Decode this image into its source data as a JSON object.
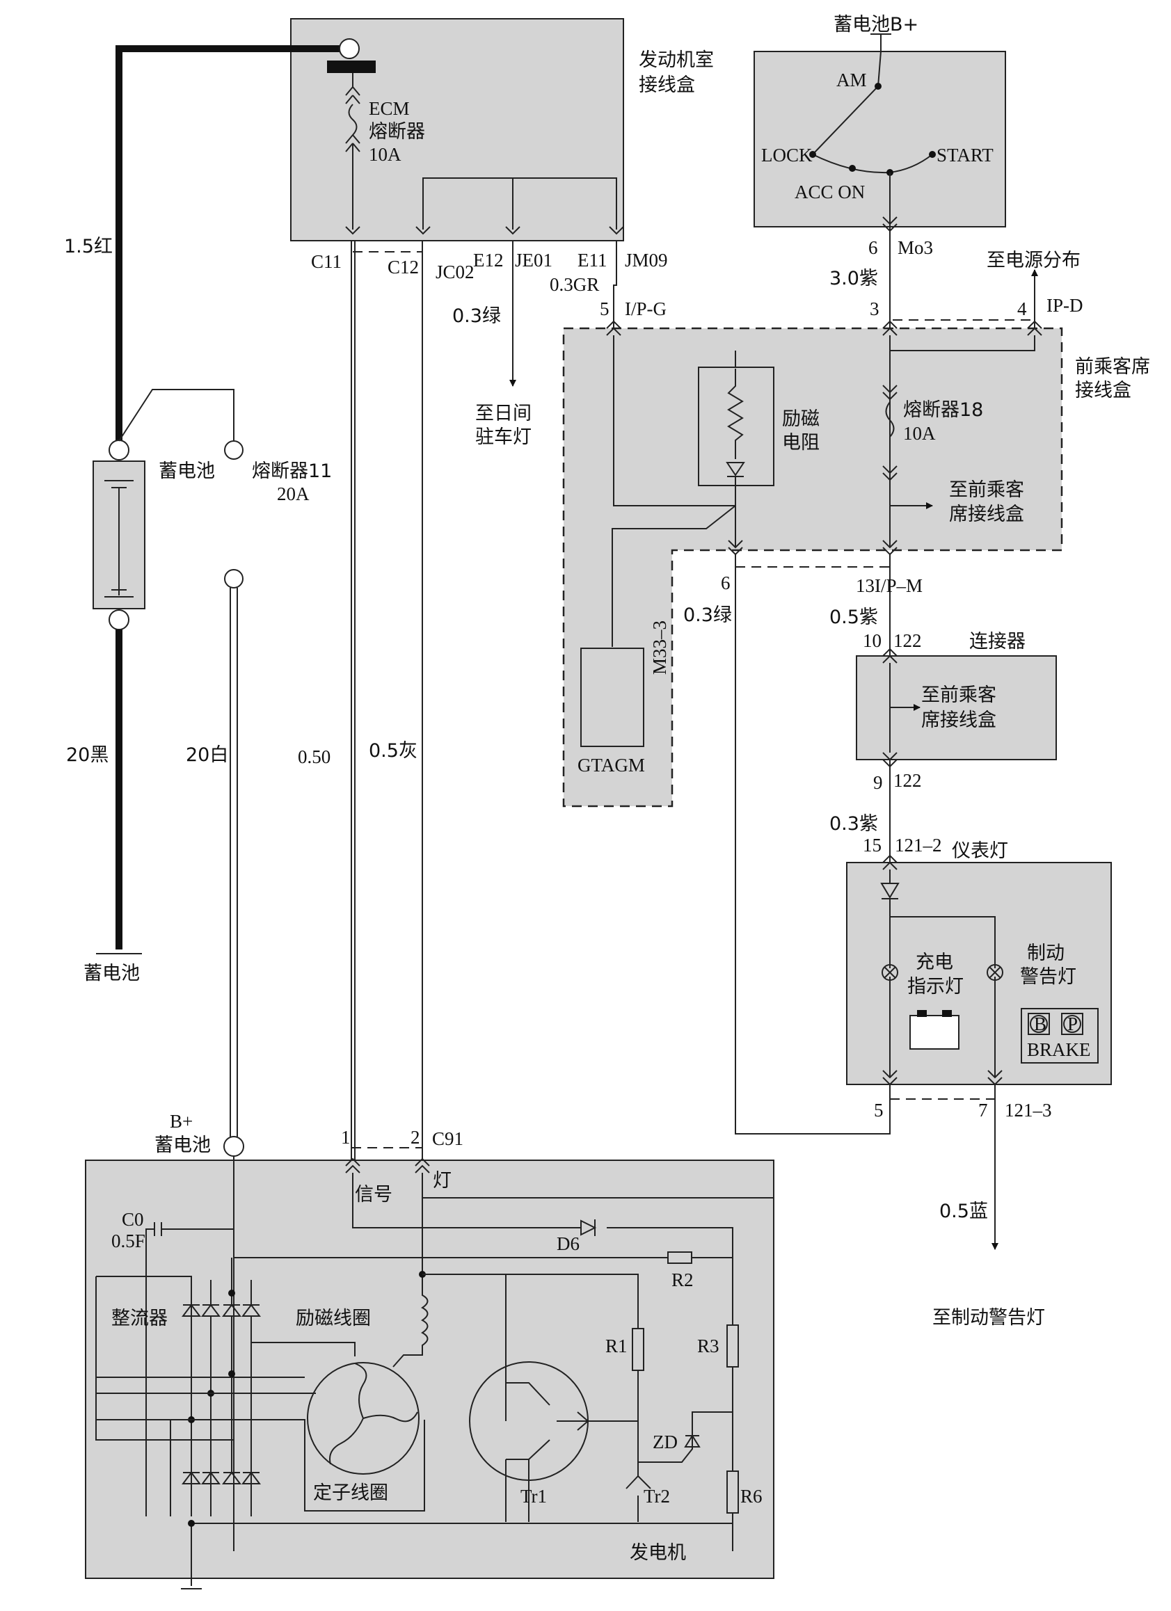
{
  "engine_box": {
    "title_1": "发动机室",
    "title_2": "接线盒",
    "fuse_1": "ECM",
    "fuse_2": "熔断器",
    "fuse_3": "10A",
    "pins": {
      "c11": "C11",
      "c12": "C12",
      "jc02": "JC02",
      "e12": "E12",
      "je01": "JE01",
      "e11": "E11",
      "jm09": "JM09"
    }
  },
  "ignition": {
    "battery": "蓄电池B+",
    "am": "AM",
    "lock": "LOCK",
    "start": "START",
    "acc_on": "ACC ON",
    "pin": "6",
    "connector": "Mo3"
  },
  "wires": {
    "w1": "1.5红",
    "w2": "20黑",
    "w3": "20白",
    "w4": "0.50",
    "w5": "0.5灰",
    "w6": "0.3绿",
    "w7": "0.3GR",
    "w8": "3.0紫",
    "w9": "0.3绿",
    "w10": "0.5紫",
    "w11": "0.3紫",
    "w12": "0.5蓝"
  },
  "battery": {
    "label": "蓄电池",
    "ground": "蓄电池",
    "fuse_1": "熔断器11",
    "fuse_2": "20A"
  },
  "day_lamp": {
    "line_1": "至日间",
    "line_2": "驻车灯"
  },
  "passenger_box": {
    "title_1": "前乘客席",
    "title_2": "接线盒",
    "pin_5": "5",
    "conn_ipg": "I/P-G",
    "pin_3": "3",
    "pin_4": "4",
    "conn_ipd": "IP-D",
    "to_power": "至电源分布",
    "resistor_1": "励磁",
    "resistor_2": "电阻",
    "fuse_1": "熔断器18",
    "fuse_2": "10A",
    "out_1": "至前乘客",
    "out_2": "席接线盒",
    "pin_6": "6",
    "conn_ipm": "13I/P–M",
    "module_pin": "M33–3",
    "module": "GTAGM"
  },
  "connector": {
    "title": "连接器",
    "pin_top_a": "10",
    "pin_top_b": "122",
    "text_1": "至前乘客",
    "text_2": "席接线盒",
    "pin_bottom_a": "9",
    "pin_bottom_b": "122"
  },
  "instrument": {
    "title": "仪表灯",
    "pin_top_a": "15",
    "pin_top_b": "121–2",
    "charge_1": "充电",
    "charge_2": "指示灯",
    "brake_1": "制动",
    "brake_2": "警告灯",
    "brake_icon_b": "B",
    "brake_icon_p": "P",
    "brake_text": "BRAKE",
    "pin_bottom_a": "5",
    "pin_bottom_b": "7",
    "pin_bottom_c": "121–3",
    "to_brake": "至制动警告灯"
  },
  "alternator": {
    "title": "发电机",
    "bplus": "B+",
    "battery": "蓄电池",
    "pin_1": "1",
    "pin_2": "2",
    "conn": "C91",
    "signal": "信号",
    "lamp": "灯",
    "c0": "C0",
    "c0_value": "0.5F",
    "d6": "D6",
    "r2": "R2",
    "rectifier": "整流器",
    "field_coil": "励磁线圈",
    "r1": "R1",
    "r3": "R3",
    "zd": "ZD",
    "stator": "定子线圈",
    "tr1": "Tr1",
    "tr2": "Tr2",
    "r6": "R6"
  }
}
